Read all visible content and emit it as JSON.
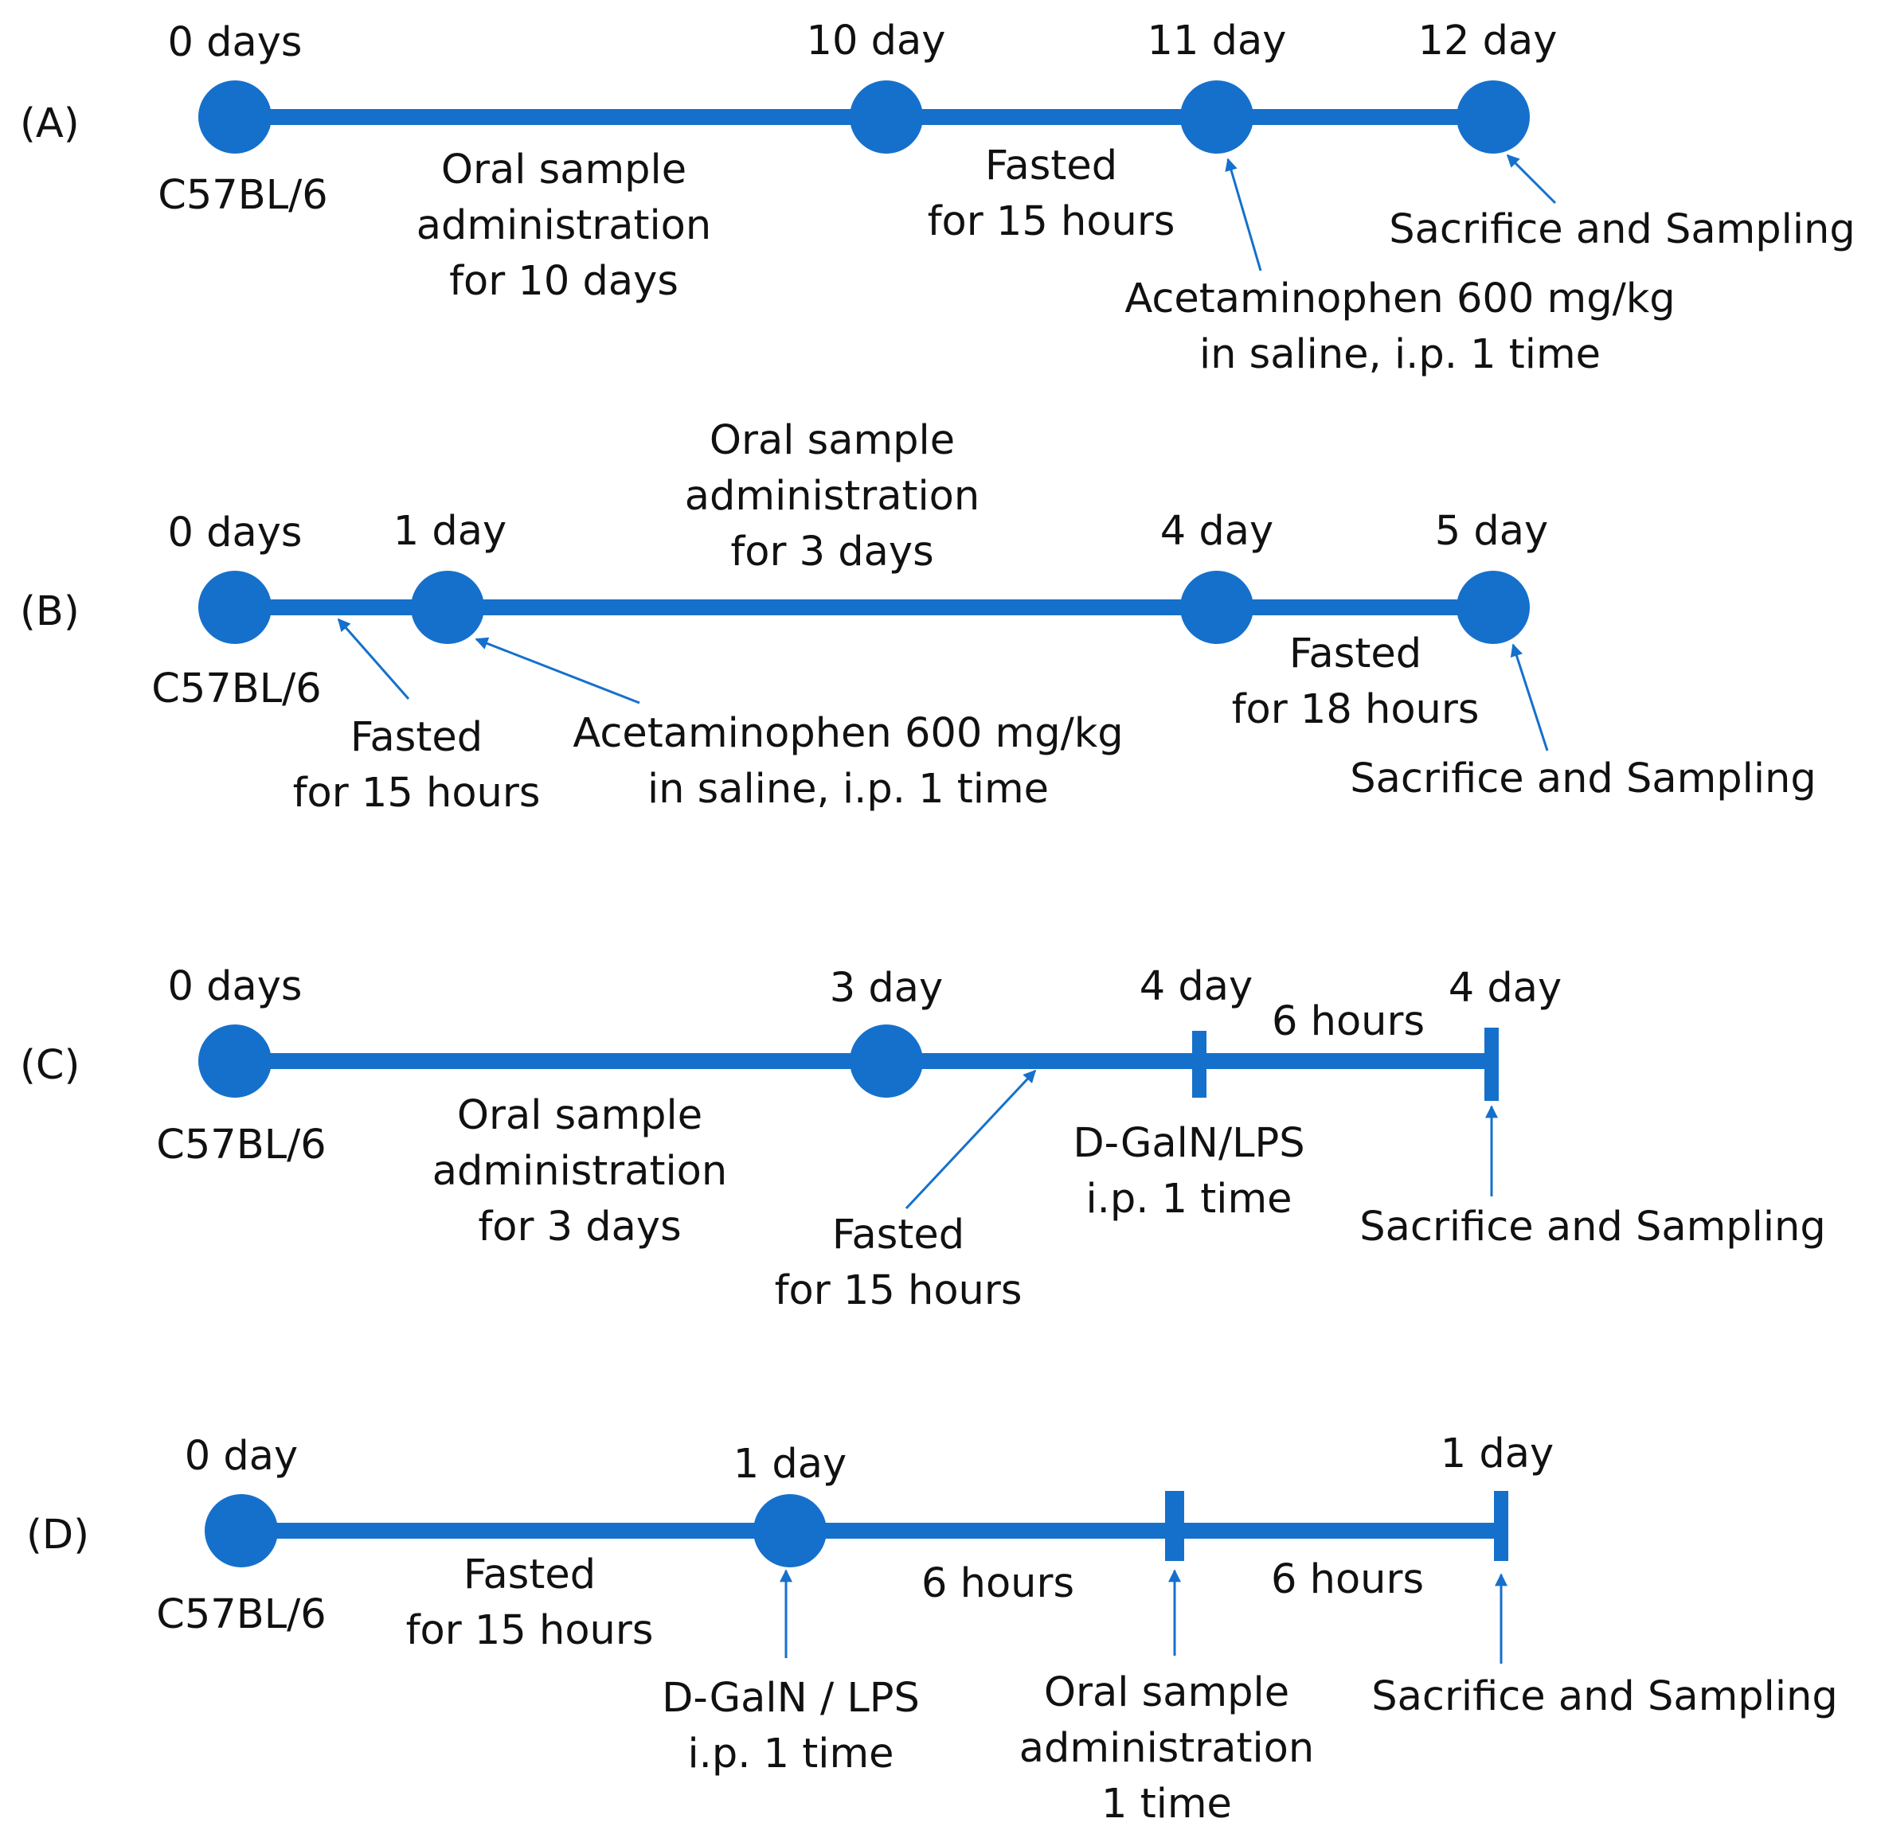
{
  "colors": {
    "timeline": "#1570cc",
    "text": "#111111"
  },
  "panels": [
    {
      "id": "A",
      "label": "(A)",
      "markers": [
        {
          "text": "0 days"
        },
        {
          "text": "10 day"
        },
        {
          "text": "11 day"
        },
        {
          "text": "12 day"
        }
      ],
      "strain": "C57BL/6",
      "notes": [
        {
          "lines": [
            "Oral sample",
            "administration",
            "for 10 days"
          ]
        },
        {
          "lines": [
            "Fasted",
            "for 15 hours"
          ]
        },
        {
          "lines": [
            "Acetaminophen 600 mg/kg",
            "in saline, i.p. 1 time"
          ]
        },
        {
          "lines": [
            "Sacrifice and Sampling"
          ]
        }
      ]
    },
    {
      "id": "B",
      "label": "(B)",
      "markers": [
        {
          "text": "0 days"
        },
        {
          "text": "1 day"
        },
        {
          "text": "4 day"
        },
        {
          "text": "5 day"
        }
      ],
      "strain": "C57BL/6",
      "notes": [
        {
          "lines": [
            "Oral sample",
            "administration",
            "for 3 days"
          ]
        },
        {
          "lines": [
            "Fasted",
            "for 15 hours"
          ]
        },
        {
          "lines": [
            "Acetaminophen 600 mg/kg",
            "in saline, i.p. 1 time"
          ]
        },
        {
          "lines": [
            "Fasted",
            "for 18 hours"
          ]
        },
        {
          "lines": [
            "Sacrifice and Sampling"
          ]
        }
      ]
    },
    {
      "id": "C",
      "label": "(C)",
      "markers": [
        {
          "text": "0 days"
        },
        {
          "text": "3 day"
        },
        {
          "text": "4 day"
        },
        {
          "text": "4 day"
        }
      ],
      "interval": "6 hours",
      "strain": "C57BL/6",
      "notes": [
        {
          "lines": [
            "Oral sample",
            "administration",
            "for 3 days"
          ]
        },
        {
          "lines": [
            "Fasted",
            "for 15 hours"
          ]
        },
        {
          "lines": [
            "D-GalN/LPS",
            "i.p. 1 time"
          ]
        },
        {
          "lines": [
            "Sacrifice and Sampling"
          ]
        }
      ]
    },
    {
      "id": "D",
      "label": "(D)",
      "markers": [
        {
          "text": "0 day"
        },
        {
          "text": "1 day"
        },
        {
          "text": "1 day"
        }
      ],
      "intervals": [
        "6 hours",
        "6 hours"
      ],
      "strain": "C57BL/6",
      "notes": [
        {
          "lines": [
            "Fasted",
            "for 15 hours"
          ]
        },
        {
          "lines": [
            "D-GalN / LPS",
            "i.p. 1 time"
          ]
        },
        {
          "lines": [
            "Oral sample",
            "administration",
            "1 time"
          ]
        },
        {
          "lines": [
            "Sacrifice and Sampling"
          ]
        }
      ]
    }
  ]
}
